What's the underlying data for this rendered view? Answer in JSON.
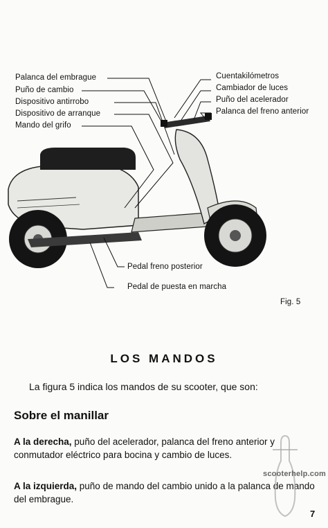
{
  "figure": {
    "caption": "Fig. 5",
    "labels_left": [
      "Palanca del embrague",
      "Puño de cambio",
      "Dispositivo antirrobo",
      "Dispositivo de arranque",
      "Mando del grifo"
    ],
    "labels_right": [
      "Cuentakilómetros",
      "Cambiador de luces",
      "Puño del acelerador",
      "Palanca del freno anterior"
    ],
    "labels_bottom": [
      "Pedal freno posterior",
      "Pedal de puesta en marcha"
    ]
  },
  "section_title": "LOS MANDOS",
  "intro": "La figura 5 indica los mandos de su scooter, que son:",
  "subheading": "Sobre el manillar",
  "paragraphs": [
    {
      "lead": "A la derecha,",
      "text": " puño del acelerador, palanca del freno anterior y conmutador eléctrico para bocina y cambio de luces."
    },
    {
      "lead": "A la izquierda,",
      "text": " puño de mando del cambio unido a la palanca de mando del embrague."
    }
  ],
  "watermark": "scooterhelp.com",
  "page_number": "7"
}
